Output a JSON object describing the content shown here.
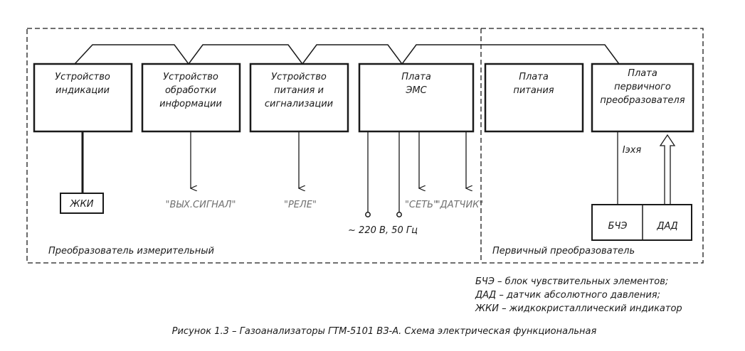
{
  "blocks": {
    "indication": [
      "Устройство",
      "индикации"
    ],
    "processing": [
      "Устройство",
      "обработки",
      "информации"
    ],
    "power_signal": [
      "Устройство",
      "питания и",
      "сигнализации"
    ],
    "emc": [
      "Плата",
      "ЭМС"
    ],
    "power_board": [
      "Плата",
      "питания"
    ],
    "primary": [
      "Плата",
      "первичного",
      "преобразователя"
    ]
  },
  "outputs": {
    "zhki": "ЖКИ",
    "signal_out": "\"ВЫХ.СИГНАЛ\"",
    "relay": "\"РЕЛЕ\"",
    "net": "\"СЕТЬ\"",
    "sensor": "\"ДАТЧИК\"",
    "mains": "~ 220 В, 50 Гц"
  },
  "sensor_unit": {
    "bche": "БЧЭ",
    "dad": "ДАД",
    "signal": "Iэхя"
  },
  "regions": {
    "left": "Преобразователь измерительный",
    "right": "Первичный преобразователь"
  },
  "legend": [
    "БЧЭ – блок чувствительных элементов;",
    "ДАД – датчик абсолютного давления;",
    "ЖКИ – жидкокристаллический индикатор"
  ],
  "caption": "Рисунок 1.3 – Газоанализаторы ГТМ-5101 ВЗ-А. Схема электрическая функциональная"
}
